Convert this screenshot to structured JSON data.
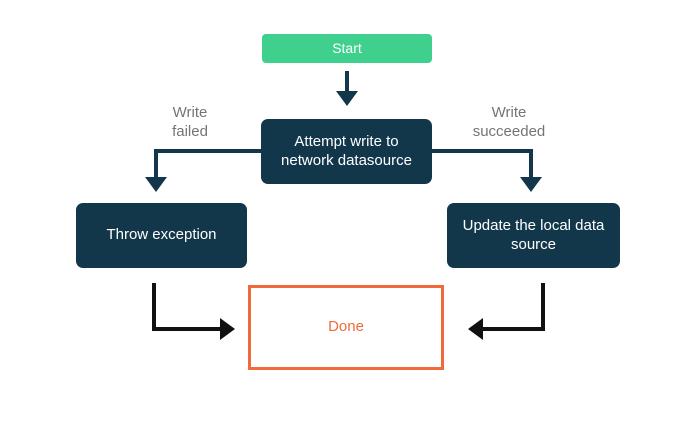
{
  "colors": {
    "bg": "#ffffff",
    "green": "#3fd08e",
    "navy": "#12374b",
    "orange": "#f2693c",
    "gray": "#757575",
    "black": "#111111"
  },
  "nodes": {
    "start": {
      "label": "Start"
    },
    "attempt": {
      "label": "Attempt write to\nnetwork datasource"
    },
    "throw_exception": {
      "label": "Throw exception"
    },
    "update_local": {
      "label": "Update the local data\nsource"
    },
    "done": {
      "label": "Done"
    }
  },
  "edge_labels": {
    "write_failed": "Write\nfailed",
    "write_succeeded": "Write\nsucceeded"
  }
}
